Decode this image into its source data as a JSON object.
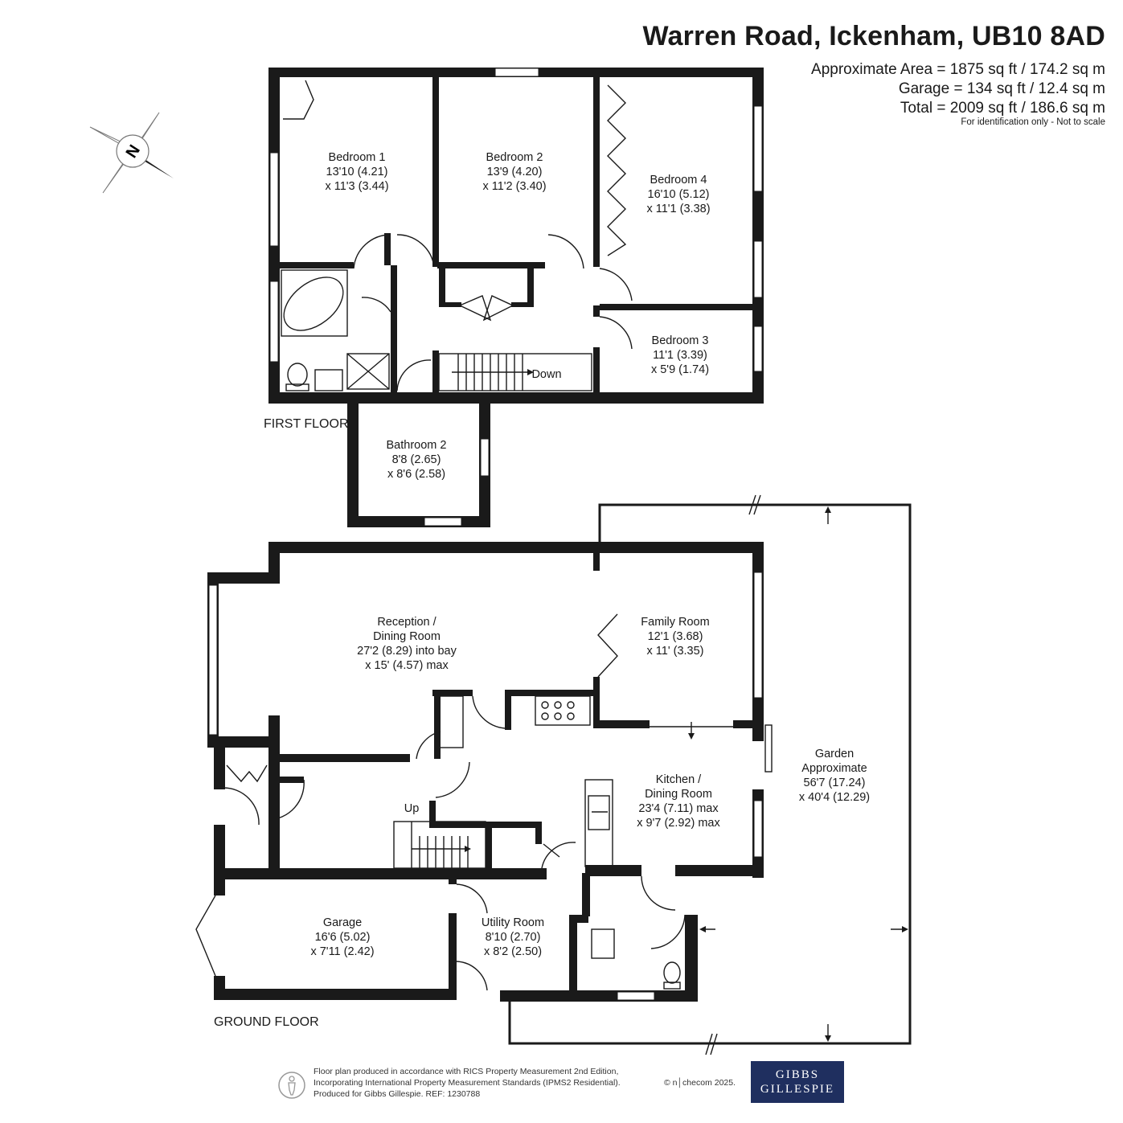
{
  "header": {
    "address": "Warren Road, Ickenham, UB10 8AD",
    "approx_area": "Approximate Area = 1875 sq ft / 174.2 sq m",
    "garage_area": "Garage = 134 sq ft / 12.4 sq m",
    "total_area": "Total = 2009 sq ft / 186.6 sq m",
    "note": "For identification only - Not to scale"
  },
  "compass": {
    "letter": "N"
  },
  "floors": {
    "first": "FIRST FLOOR",
    "ground": "GROUND FLOOR"
  },
  "rooms": {
    "bedroom1": {
      "name": "Bedroom 1",
      "dim1": "13'10 (4.21)",
      "dim2": "x 11'3 (3.44)"
    },
    "bedroom2": {
      "name": "Bedroom 2",
      "dim1": "13'9 (4.20)",
      "dim2": "x 11'2 (3.40)"
    },
    "bedroom4": {
      "name": "Bedroom 4",
      "dim1": "16'10 (5.12)",
      "dim2": "x 11'1 (3.38)"
    },
    "bedroom3": {
      "name": "Bedroom 3",
      "dim1": "11'1 (3.39)",
      "dim2": "x 5'9 (1.74)"
    },
    "bathroom2": {
      "name": "Bathroom 2",
      "dim1": "8'8 (2.65)",
      "dim2": "x 8'6 (2.58)"
    },
    "reception": {
      "name1": "Reception /",
      "name2": "Dining Room",
      "dim1": "27'2 (8.29) into bay",
      "dim2": "x 15' (4.57) max"
    },
    "family": {
      "name": "Family Room",
      "dim1": "12'1 (3.68)",
      "dim2": "x 11' (3.35)"
    },
    "kitchen": {
      "name1": "Kitchen /",
      "name2": "Dining Room",
      "dim1": "23'4 (7.11) max",
      "dim2": "x 9'7 (2.92) max"
    },
    "garden": {
      "name1": "Garden",
      "name2": "Approximate",
      "dim1": "56'7 (17.24)",
      "dim2": "x 40'4 (12.29)"
    },
    "garage": {
      "name": "Garage",
      "dim1": "16'6 (5.02)",
      "dim2": "x 7'11 (2.42)"
    },
    "utility": {
      "name": "Utility Room",
      "dim1": "8'10 (2.70)",
      "dim2": "x 8'2 (2.50)"
    }
  },
  "stairs": {
    "down": "Down",
    "up": "Up"
  },
  "footer": {
    "line1": "Floor plan produced in accordance with RICS Property Measurement 2nd Edition,",
    "line2": "Incorporating International Property Measurement Standards (IPMS2 Residential).",
    "line3": "Produced for Gibbs Gillespie.   REF:  1230788",
    "credit": "© n│checom 2025.",
    "logo_line1": "GIBBS",
    "logo_line2": "GILLESPIE"
  }
}
